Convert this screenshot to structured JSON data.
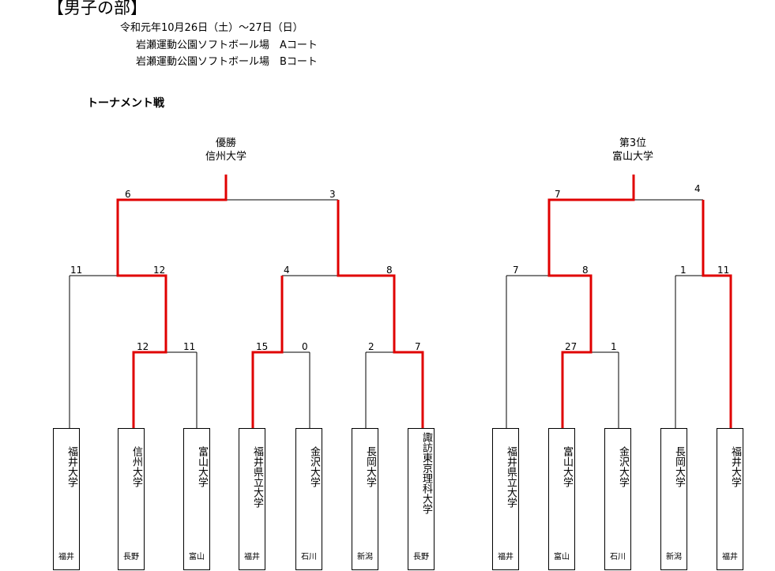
{
  "header": {
    "title": "【男子の部】",
    "date": "令和元年10月26日（土）～27日（日）",
    "venue_a": "岩瀬運動公園ソフトボール場　Aコート",
    "venue_b": "岩瀬運動公園ソフトボール場　Bコート",
    "bracket_label": "トーナメント戦"
  },
  "left_bracket": {
    "result_label": "優勝",
    "result_team": "信州大学",
    "scores": {
      "final_left": "6",
      "final_right": "3",
      "semi1_left": "11",
      "semi1_right": "12",
      "semi2_left": "4",
      "semi2_right": "8",
      "r1a_left": "12",
      "r1a_right": "11",
      "r1b_left": "15",
      "r1b_right": "0",
      "r1c_left": "2",
      "r1c_right": "7"
    },
    "teams": [
      {
        "name": "福井大学",
        "pref": "福井"
      },
      {
        "name": "信州大学",
        "pref": "長野"
      },
      {
        "name": "富山大学",
        "pref": "富山"
      },
      {
        "name": "福井県立大学",
        "pref": "福井"
      },
      {
        "name": "金沢大学",
        "pref": "石川"
      },
      {
        "name": "長岡大学",
        "pref": "新潟"
      },
      {
        "name": "諏訪東京理科大学",
        "pref": "長野"
      }
    ]
  },
  "right_bracket": {
    "result_label": "第3位",
    "result_team": "富山大学",
    "scores": {
      "final_left": "7",
      "final_right": "4",
      "semi1_left": "7",
      "semi1_right": "8",
      "semi2_left": "1",
      "semi2_right": "11",
      "r1_left": "27",
      "r1_right": "1"
    },
    "teams": [
      {
        "name": "福井県立大学",
        "pref": "福井"
      },
      {
        "name": "富山大学",
        "pref": "富山"
      },
      {
        "name": "金沢大学",
        "pref": "石川"
      },
      {
        "name": "長岡大学",
        "pref": "新潟"
      },
      {
        "name": "福井大学",
        "pref": "福井"
      }
    ]
  },
  "colors": {
    "winner_line": "#e00000",
    "line": "#000000"
  }
}
